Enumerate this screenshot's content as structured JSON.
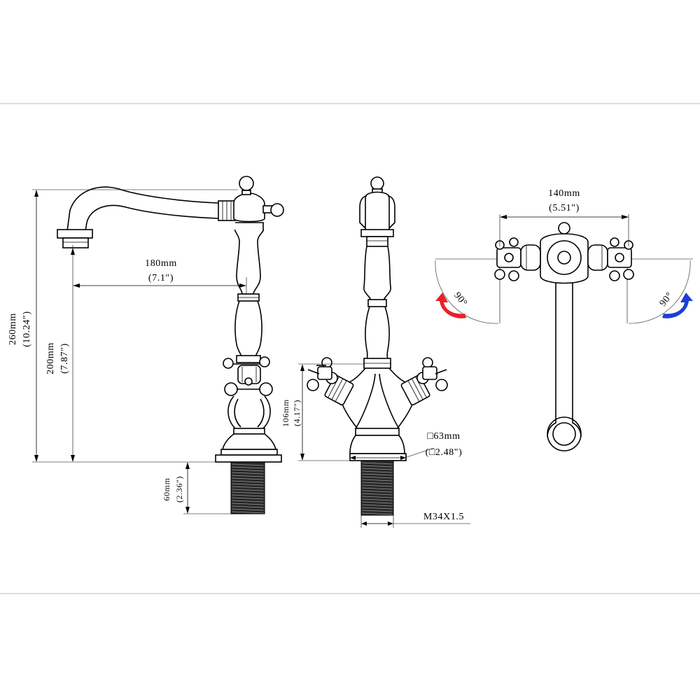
{
  "dimensions": {
    "spout_reach": {
      "metric": "180mm",
      "imperial": "(7.1″)"
    },
    "total_height": {
      "metric": "260mm",
      "imperial": "(10.24″)"
    },
    "spout_height": {
      "metric": "200mm",
      "imperial": "(7.87″)"
    },
    "shank_length": {
      "metric": "60mm",
      "imperial": "(2.36\")"
    },
    "handle_height": {
      "metric": "106mm",
      "imperial": "(4.17\")"
    },
    "base_size": {
      "metric": "□63mm",
      "imperial": "(□2.48\")"
    },
    "thread": {
      "label": "M34X1.5"
    },
    "handle_span": {
      "metric": "140mm",
      "imperial": "(5.51\")"
    },
    "rotation_left": {
      "label": "90°"
    },
    "rotation_right": {
      "label": "90°"
    }
  },
  "colors": {
    "hot_arrow": "#e8202a",
    "cold_arrow": "#1c3fd6",
    "line": "#000000",
    "frame": "#bbbbbb"
  },
  "icons": {
    "hot_rotation": "curved-arrow-up-left",
    "cold_rotation": "curved-arrow-up-right"
  }
}
